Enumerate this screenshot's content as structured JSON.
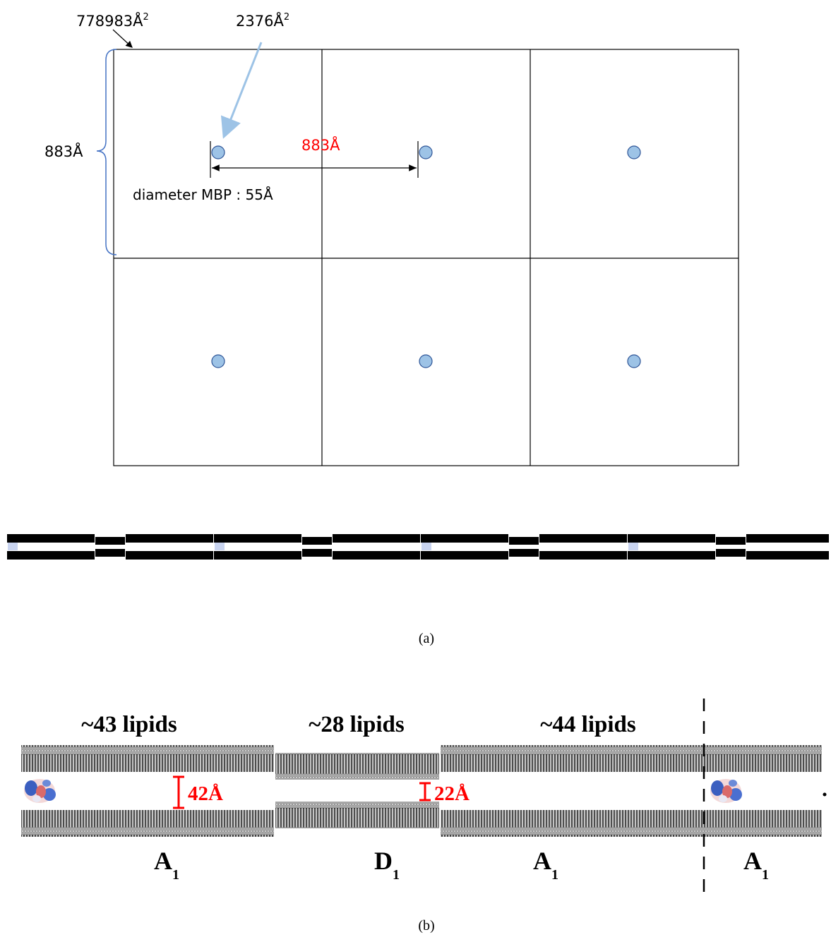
{
  "panel_a": {
    "area_cell_label": "778983Å",
    "area_cell_sup": "2",
    "area_mbp_label": "2376Å",
    "area_mbp_sup": "2",
    "side_length_label": "883Å",
    "spacing_label": "883Å",
    "diameter_label": "diameter MBP : 55Å",
    "caption": "(a)",
    "colors": {
      "mbp_fill": "#9dc3e6",
      "spacing_text": "#ff0000",
      "brace": "#4472c4",
      "pointer": "#9dc3e6"
    }
  },
  "panel_b": {
    "segments": [
      {
        "lipids_label": "~43 lipids",
        "gap_label": "42Å",
        "type_letter": "A",
        "type_sub": "1"
      },
      {
        "lipids_label": "~28 lipids",
        "gap_label": "22Å",
        "type_letter": "D",
        "type_sub": "1"
      },
      {
        "lipids_label": "~44 lipids",
        "gap_label": "",
        "type_letter": "A",
        "type_sub": "1"
      },
      {
        "lipids_label": "",
        "gap_label": "",
        "type_letter": "A",
        "type_sub": "1"
      }
    ],
    "caption": "(b)",
    "colors": {
      "gap_marker": "#ff0000"
    }
  }
}
